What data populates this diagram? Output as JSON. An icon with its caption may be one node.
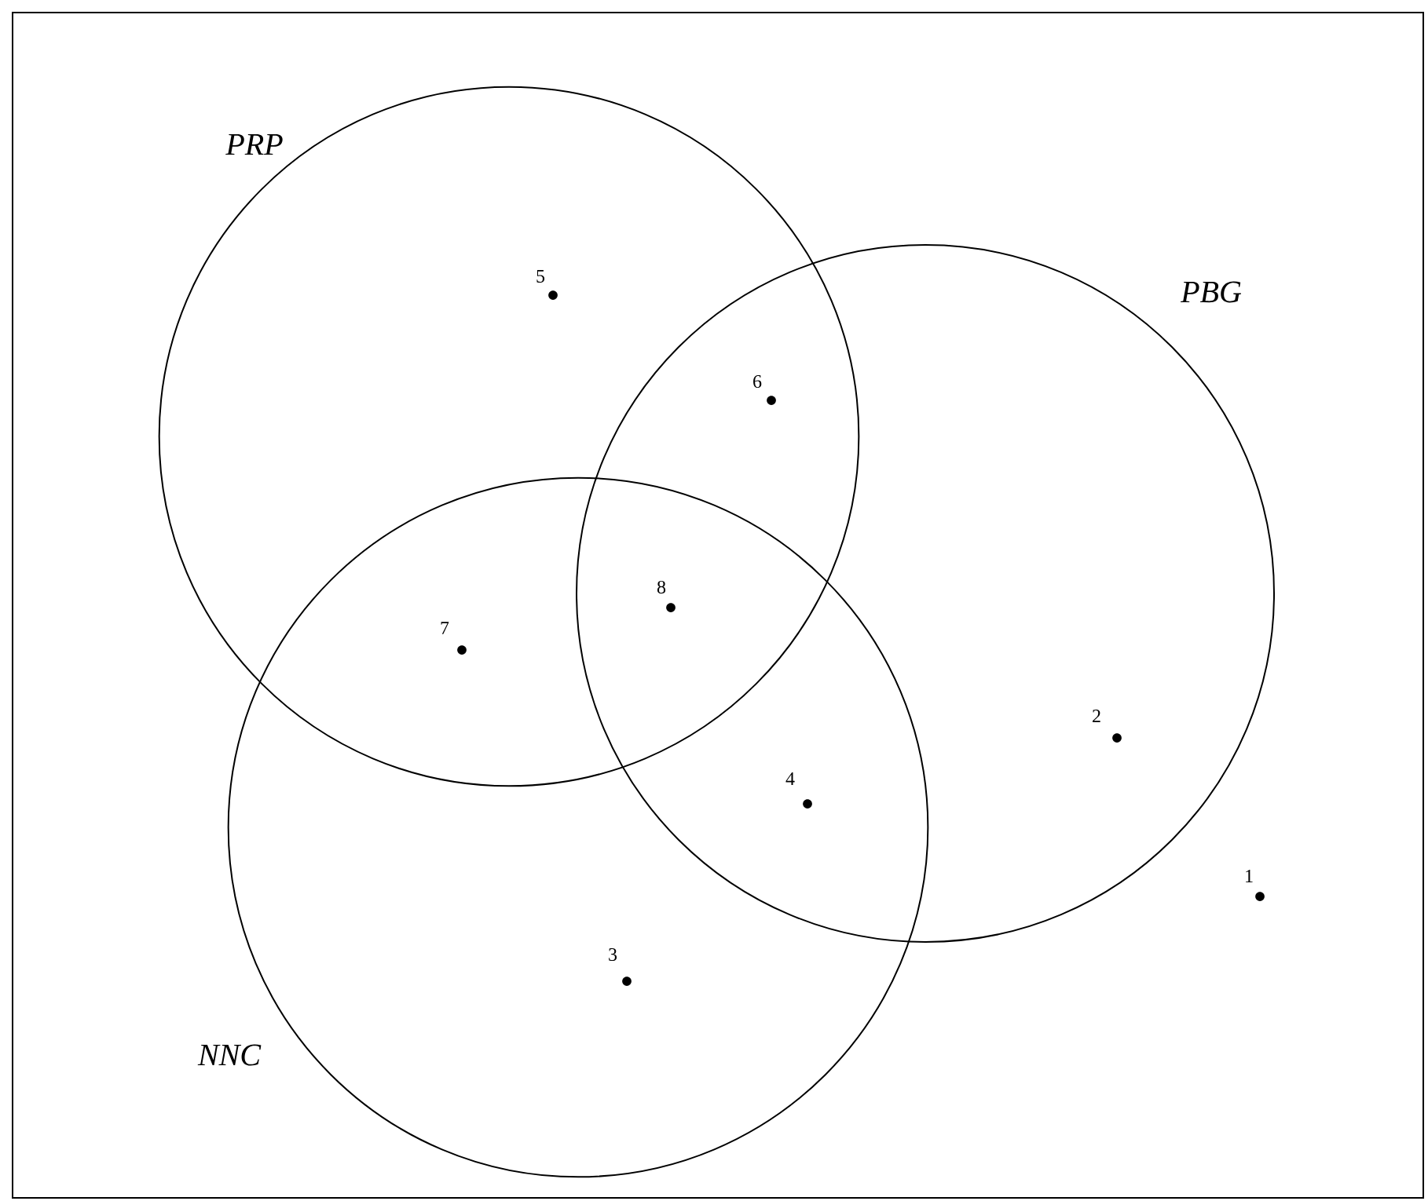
{
  "diagram": {
    "nodes": [
      {
        "text": [
          "PRP"
        ]
      },
      {
        "text": [
          "PBG"
        ]
      },
      {
        "text": [
          "NNC"
        ]
      }
    ],
    "labels": [
      "5",
      "6",
      "8",
      "7",
      "2",
      "4",
      "1",
      "3"
    ]
  }
}
